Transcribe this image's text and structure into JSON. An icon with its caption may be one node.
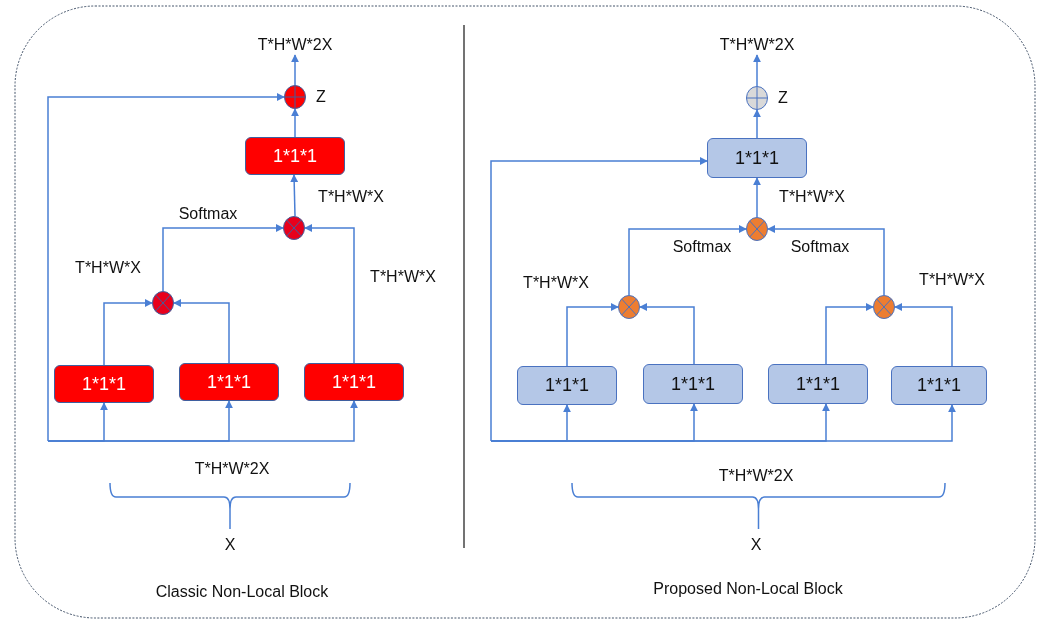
{
  "diagram": {
    "nodes": [
      {
        "text": [
          "T*H*W*2X"
        ]
      },
      {
        "text": [],
        "shape": "circle",
        "beside": [
          "Z"
        ]
      },
      {
        "text": [
          "1*1*1"
        ]
      },
      {
        "text": [],
        "shape": "circle"
      },
      {
        "text": [],
        "shape": "circle"
      },
      {
        "text": [
          "1*1*1"
        ]
      },
      {
        "text": [
          "1*1*1"
        ]
      },
      {
        "text": [
          "1*1*1"
        ]
      },
      {
        "text": [
          "T*H*W*2X"
        ]
      },
      {
        "text": [],
        "shape": "circle",
        "beside": [
          "Z"
        ]
      },
      {
        "text": [
          "1*1*1"
        ]
      },
      {
        "text": [],
        "shape": "circle"
      },
      {
        "text": [],
        "shape": "circle"
      },
      {
        "text": [],
        "shape": "circle"
      },
      {
        "text": [
          "1*1*1"
        ]
      },
      {
        "text": [
          "1*1*1"
        ]
      },
      {
        "text": [
          "1*1*1"
        ]
      },
      {
        "text": [
          "1*1*1"
        ]
      }
    ],
    "edges": [
      {
        "from": 1,
        "to": 0,
        "arrow": "to"
      },
      {
        "from": 2,
        "to": 1,
        "arrow": "to"
      },
      {
        "from": 3,
        "to": 2,
        "arrow": "to"
      },
      {
        "from": 4,
        "to": 3,
        "arrow": "to",
        "label": "Softmax"
      },
      {
        "from": 7,
        "to": 3,
        "arrow": "to"
      },
      {
        "from": 5,
        "to": 4,
        "arrow": "to"
      },
      {
        "from": 6,
        "to": 4,
        "arrow": "to"
      },
      {
        "from": null,
        "to": 1,
        "arrow": "to"
      },
      {
        "from": null,
        "to": 5,
        "arrow": "to"
      },
      {
        "from": null,
        "to": 6,
        "arrow": "to"
      },
      {
        "from": null,
        "to": 7,
        "arrow": "to"
      },
      {
        "from": 9,
        "to": 8,
        "arrow": "to"
      },
      {
        "from": 10,
        "to": 9,
        "arrow": "to"
      },
      {
        "from": 11,
        "to": 10,
        "arrow": "to"
      },
      {
        "from": 12,
        "to": 11,
        "arrow": "to",
        "label": "Softmax"
      },
      {
        "from": 13,
        "to": 11,
        "arrow": "to",
        "label": "Softmax"
      },
      {
        "from": 14,
        "to": 12,
        "arrow": "to"
      },
      {
        "from": 15,
        "to": 12,
        "arrow": "to"
      },
      {
        "from": 16,
        "to": 13,
        "arrow": "to"
      },
      {
        "from": 17,
        "to": 13,
        "arrow": "to"
      },
      {
        "from": null,
        "to": 10,
        "arrow": "to"
      },
      {
        "from": null,
        "to": 14,
        "arrow": "to"
      },
      {
        "from": null,
        "to": 15,
        "arrow": "to"
      },
      {
        "from": null,
        "to": 16,
        "arrow": "to"
      },
      {
        "from": null,
        "to": 17,
        "arrow": "to"
      }
    ],
    "labels": [
      "T*H*W*X",
      "T*H*W*X",
      "T*H*W*X",
      "T*H*W*2X",
      "X",
      "Classic Non-Local Block",
      "T*H*W*X",
      "T*H*W*X",
      "T*H*W*X",
      "T*H*W*2X",
      "X",
      "Proposed Non-Local Block"
    ]
  }
}
